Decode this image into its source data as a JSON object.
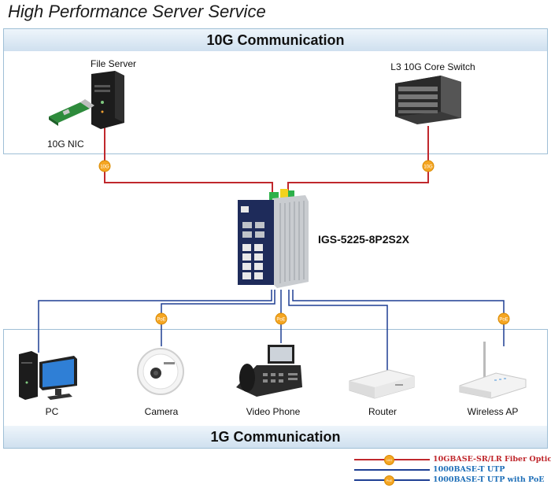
{
  "title": "High Performance Server Service",
  "top_band": "10G Communication",
  "bottom_band": "1G Communication",
  "devices": {
    "file_server": "File Server",
    "nic": "10G NIC",
    "core_switch": "L3 10G Core Switch",
    "main_switch": "IGS-5225-8P2S2X",
    "pc": "PC",
    "camera": "Camera",
    "video_phone": "Video Phone",
    "router": "Router",
    "wireless_ap": "Wireless AP"
  },
  "badges": {
    "tenG": "10G",
    "poe": "PoE"
  },
  "legend": [
    {
      "text": "10GBASE-SR/LR Fiber Optic",
      "color": "#c0282d",
      "badge": "10G"
    },
    {
      "text": "1000BASE-T UTP",
      "color": "#1e3f93",
      "badge": ""
    },
    {
      "text": "1000BASE-T UTP with PoE",
      "color": "#1e3f93",
      "badge": "PoE"
    }
  ],
  "colors": {
    "fiber": "#c0282d",
    "utp": "#1e3f93",
    "badge": "#f5a623",
    "band": "#cfe0ef"
  }
}
